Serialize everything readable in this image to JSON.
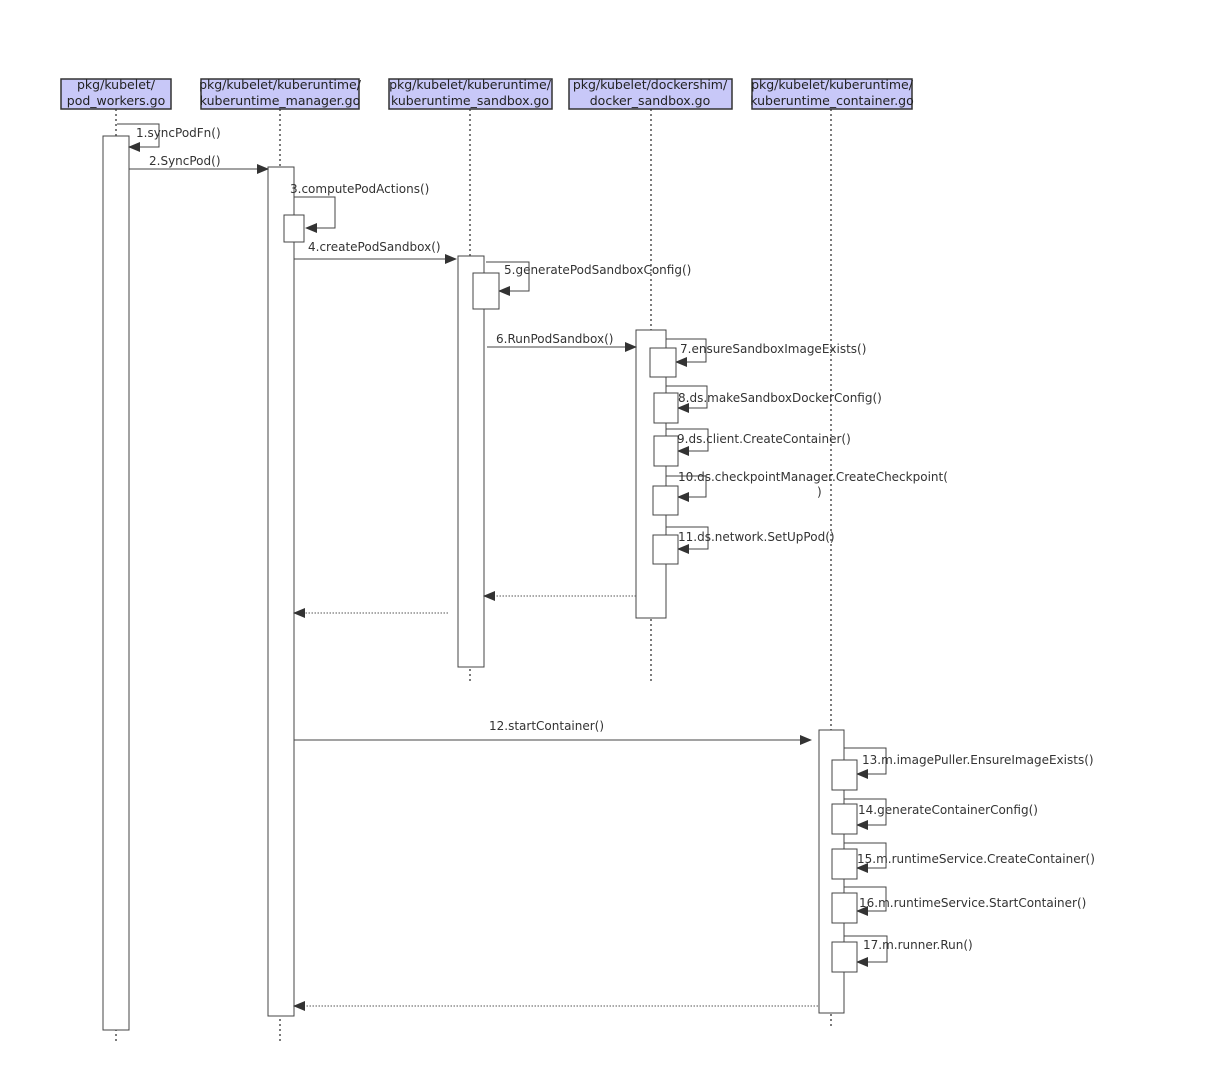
{
  "participants": [
    {
      "line1": "pkg/kubelet/",
      "line2": "pod_workers.go"
    },
    {
      "line1": "pkg/kubelet/kuberuntime/",
      "line2": "kuberuntime_manager.go"
    },
    {
      "line1": "pkg/kubelet/kuberuntime/",
      "line2": "kuberuntime_sandbox.go"
    },
    {
      "line1": "pkg/kubelet/dockershim/",
      "line2": "docker_sandbox.go"
    },
    {
      "line1": "pkg/kubelet/kuberuntime/",
      "line2": "kuberuntime_container.go"
    }
  ],
  "messages": [
    {
      "label": "1.syncPodFn()"
    },
    {
      "label": "2.SyncPod()"
    },
    {
      "label": "3.computePodActions()"
    },
    {
      "label": "4.createPodSandbox()"
    },
    {
      "label": "5.generatePodSandboxConfig()"
    },
    {
      "label": "6.RunPodSandbox()"
    },
    {
      "label": "7.ensureSandboxImageExists()"
    },
    {
      "label": "8.ds.makeSandboxDockerConfig()"
    },
    {
      "label": "9.ds.client.CreateContainer()"
    },
    {
      "label": "10.ds.checkpointManager.CreateCheckpoint(",
      "label2": ")"
    },
    {
      "label": "11.ds.network.SetUpPod()"
    },
    {
      "label": "12.startContainer()"
    },
    {
      "label": "13.m.imagePuller.EnsureImageExists()"
    },
    {
      "label": "14.generateContainerConfig()"
    },
    {
      "label": "15.m.runtimeService.CreateContainer()"
    },
    {
      "label": "16.m.runtimeService.StartContainer()"
    },
    {
      "label": "17.m.runner.Run()"
    }
  ]
}
